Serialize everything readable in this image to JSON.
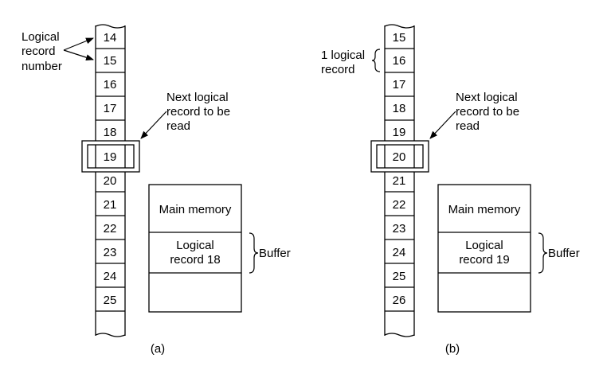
{
  "panel_a": {
    "tape_records": [
      "14",
      "15",
      "16",
      "17",
      "18",
      "19",
      "20",
      "21",
      "22",
      "23",
      "24",
      "25"
    ],
    "annotation_lines": [
      "Logical",
      "record",
      "number"
    ],
    "next_record_lines": [
      "Next logical",
      "record to be",
      "read"
    ],
    "main_memory_label": "Main memory",
    "buffer_text_lines": [
      "Logical",
      "record 18"
    ],
    "buffer_label": "Buffer",
    "caption": "(a)"
  },
  "panel_b": {
    "tape_records": [
      "15",
      "16",
      "17",
      "18",
      "19",
      "20",
      "21",
      "22",
      "23",
      "24",
      "25",
      "26"
    ],
    "annotation_lines": [
      "1 logical",
      "record"
    ],
    "next_record_lines": [
      "Next logical",
      "record to be",
      "read"
    ],
    "main_memory_label": "Main memory",
    "buffer_text_lines": [
      "Logical",
      "record 19"
    ],
    "buffer_label": "Buffer",
    "caption": "(b)"
  }
}
